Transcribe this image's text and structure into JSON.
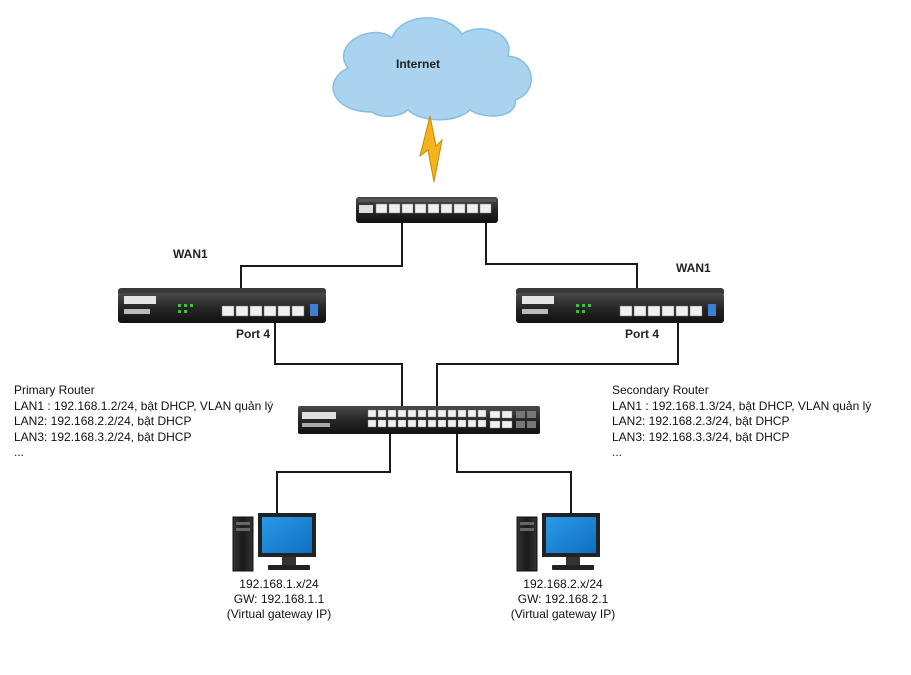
{
  "internet": {
    "label": "Internet"
  },
  "wan1_left": {
    "label": "WAN1"
  },
  "wan1_right": {
    "label": "WAN1"
  },
  "port4_left": {
    "label": "Port 4"
  },
  "port4_right": {
    "label": "Port 4"
  },
  "primary_router": {
    "title": "Primary Router",
    "lines": [
      "LAN1 : 192.168.1.2/24, bật DHCP, VLAN quản lý",
      "LAN2: 192.168.2.2/24, bật DHCP",
      "LAN3: 192.168.3.2/24, bật DHCP",
      "..."
    ]
  },
  "secondary_router": {
    "title": "Secondary Router",
    "lines": [
      "LAN1 : 192.168.1.3/24, bật DHCP, VLAN quản lý",
      "LAN2: 192.168.2.3/24, bật DHCP",
      "LAN3: 192.168.3.3/24, bật DHCP",
      "..."
    ]
  },
  "pc_left": {
    "subnet": "192.168.1.x/24",
    "gateway": "GW: 192.168.1.1",
    "note": "(Virtual gateway IP)"
  },
  "pc_right": {
    "subnet": "192.168.2.x/24",
    "gateway": "GW: 192.168.2.1",
    "note": "(Virtual gateway IP)"
  },
  "colors": {
    "cloud_fill": "#a9d3ee",
    "cloud_stroke": "#7fb8dd",
    "lightning": "#f2b31d",
    "device_body": "#2b2b2b",
    "port": "#e8e8e8",
    "monitor_screen": "#1e88d6",
    "cable": "#1a1a1a"
  }
}
